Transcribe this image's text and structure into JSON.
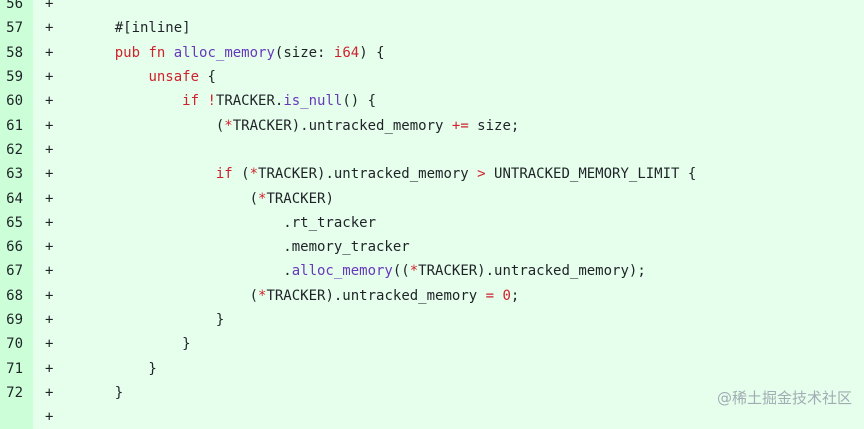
{
  "colors": {
    "added_line_bg": "#e6ffec",
    "added_gutter_bg": "#ccffd8",
    "keyword": "#cf222e",
    "function": "#6639ba"
  },
  "watermark": "@稀土掘金技术社区",
  "lines": [
    {
      "num": "56",
      "sign": "+",
      "tokens": []
    },
    {
      "num": "57",
      "sign": "+",
      "tokens": [
        {
          "t": "    #[inline]",
          "c": ""
        }
      ]
    },
    {
      "num": "58",
      "sign": "+",
      "tokens": [
        {
          "t": "    ",
          "c": ""
        },
        {
          "t": "pub",
          "c": "kw"
        },
        {
          "t": " ",
          "c": ""
        },
        {
          "t": "fn",
          "c": "kw"
        },
        {
          "t": " ",
          "c": ""
        },
        {
          "t": "alloc_memory",
          "c": "fn"
        },
        {
          "t": "(size: ",
          "c": ""
        },
        {
          "t": "i64",
          "c": "ty"
        },
        {
          "t": ") {",
          "c": ""
        }
      ]
    },
    {
      "num": "59",
      "sign": "+",
      "tokens": [
        {
          "t": "        ",
          "c": ""
        },
        {
          "t": "unsafe",
          "c": "kw"
        },
        {
          "t": " {",
          "c": ""
        }
      ]
    },
    {
      "num": "60",
      "sign": "+",
      "tokens": [
        {
          "t": "            ",
          "c": ""
        },
        {
          "t": "if",
          "c": "kw"
        },
        {
          "t": " ",
          "c": ""
        },
        {
          "t": "!",
          "c": "op"
        },
        {
          "t": "TRACKER.",
          "c": ""
        },
        {
          "t": "is_null",
          "c": "fn"
        },
        {
          "t": "() {",
          "c": ""
        }
      ]
    },
    {
      "num": "61",
      "sign": "+",
      "tokens": [
        {
          "t": "                (",
          "c": ""
        },
        {
          "t": "*",
          "c": "op"
        },
        {
          "t": "TRACKER).untracked_memory ",
          "c": ""
        },
        {
          "t": "+=",
          "c": "op"
        },
        {
          "t": " size;",
          "c": ""
        }
      ]
    },
    {
      "num": "62",
      "sign": "+",
      "tokens": []
    },
    {
      "num": "63",
      "sign": "+",
      "tokens": [
        {
          "t": "                ",
          "c": ""
        },
        {
          "t": "if",
          "c": "kw"
        },
        {
          "t": " (",
          "c": ""
        },
        {
          "t": "*",
          "c": "op"
        },
        {
          "t": "TRACKER).untracked_memory ",
          "c": ""
        },
        {
          "t": ">",
          "c": "op"
        },
        {
          "t": " UNTRACKED_MEMORY_LIMIT {",
          "c": ""
        }
      ]
    },
    {
      "num": "64",
      "sign": "+",
      "tokens": [
        {
          "t": "                    (",
          "c": ""
        },
        {
          "t": "*",
          "c": "op"
        },
        {
          "t": "TRACKER)",
          "c": ""
        }
      ]
    },
    {
      "num": "65",
      "sign": "+",
      "tokens": [
        {
          "t": "                        .rt_tracker",
          "c": ""
        }
      ]
    },
    {
      "num": "66",
      "sign": "+",
      "tokens": [
        {
          "t": "                        .memory_tracker",
          "c": ""
        }
      ]
    },
    {
      "num": "67",
      "sign": "+",
      "tokens": [
        {
          "t": "                        .",
          "c": ""
        },
        {
          "t": "alloc_memory",
          "c": "fn"
        },
        {
          "t": "((",
          "c": ""
        },
        {
          "t": "*",
          "c": "op"
        },
        {
          "t": "TRACKER).untracked_memory);",
          "c": ""
        }
      ]
    },
    {
      "num": "68",
      "sign": "+",
      "tokens": [
        {
          "t": "                    (",
          "c": ""
        },
        {
          "t": "*",
          "c": "op"
        },
        {
          "t": "TRACKER).untracked_memory ",
          "c": ""
        },
        {
          "t": "=",
          "c": "op"
        },
        {
          "t": " ",
          "c": ""
        },
        {
          "t": "0",
          "c": "num"
        },
        {
          "t": ";",
          "c": ""
        }
      ]
    },
    {
      "num": "69",
      "sign": "+",
      "tokens": [
        {
          "t": "                }",
          "c": ""
        }
      ]
    },
    {
      "num": "70",
      "sign": "+",
      "tokens": [
        {
          "t": "            }",
          "c": ""
        }
      ]
    },
    {
      "num": "71",
      "sign": "+",
      "tokens": [
        {
          "t": "        }",
          "c": ""
        }
      ]
    },
    {
      "num": "72",
      "sign": "+",
      "tokens": [
        {
          "t": "    }",
          "c": ""
        }
      ]
    },
    {
      "num": "",
      "sign": "+",
      "tokens": []
    }
  ]
}
